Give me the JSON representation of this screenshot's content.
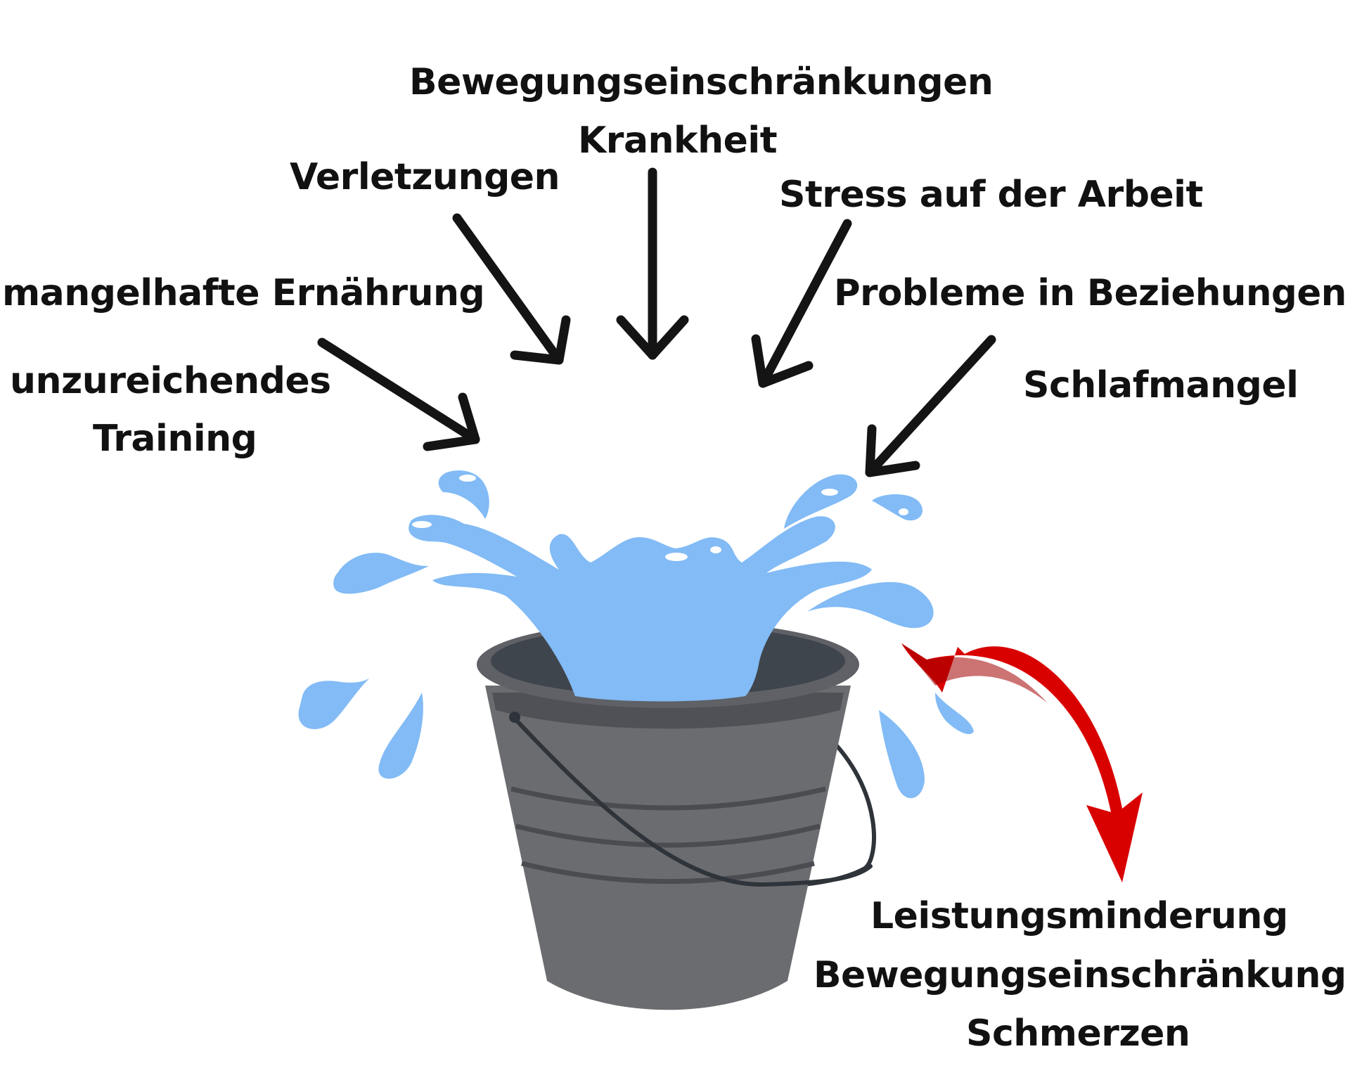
{
  "causes": {
    "bewegung": "Bewegungseinschränkungen",
    "krankheit": "Krankheit",
    "verletzungen": "Verletzungen",
    "stress": "Stress auf der Arbeit",
    "ernaehrung": "mangelhafte Ernährung",
    "beziehungen": "Probleme in Beziehungen",
    "training_line1": "unzureichendes",
    "training_line2": "Training",
    "schlaf": "Schlafmangel"
  },
  "effects": {
    "line1": "Leistungsminderung",
    "line2": "Bewegungseinschränkung",
    "line3": "Schmerzen"
  },
  "colors": {
    "text": "#111111",
    "arrow": "#141414",
    "water": "#82bbf5",
    "bucket": "#6b6c70",
    "bucket_dark": "#3e4349",
    "effect_arrow": "#d90000"
  }
}
